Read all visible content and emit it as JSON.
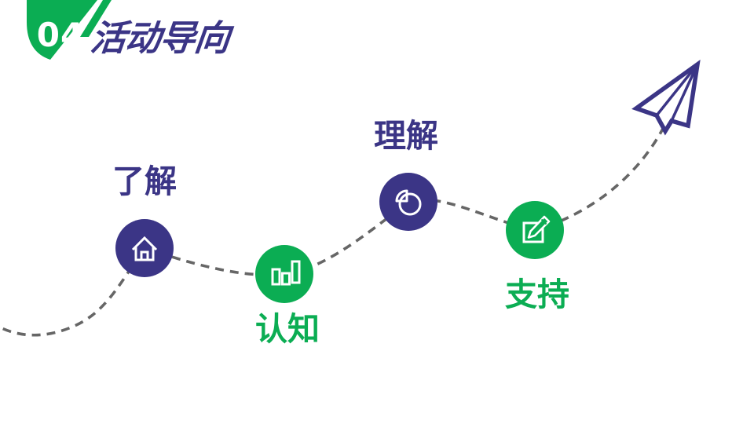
{
  "slide": {
    "section_number": "04",
    "section_title": "活动导向"
  },
  "colors": {
    "purple": "#3B3586",
    "green": "#0BAD53",
    "dash_gray": "#666666",
    "background": "#FFFFFF",
    "icon_stroke": "#FFFFFF"
  },
  "nodes": [
    {
      "label": "了解",
      "icon": "home-icon",
      "color": "purple",
      "label_position": "above"
    },
    {
      "label": "认知",
      "icon": "bar-chart-icon",
      "color": "green",
      "label_position": "below"
    },
    {
      "label": "理解",
      "icon": "pie-chart-icon",
      "color": "purple",
      "label_position": "above"
    },
    {
      "label": "支持",
      "icon": "edit-icon",
      "color": "green",
      "label_position": "below"
    }
  ],
  "decoration": {
    "path_style": "dashed-curve",
    "paper_plane": "paper-plane-icon"
  }
}
